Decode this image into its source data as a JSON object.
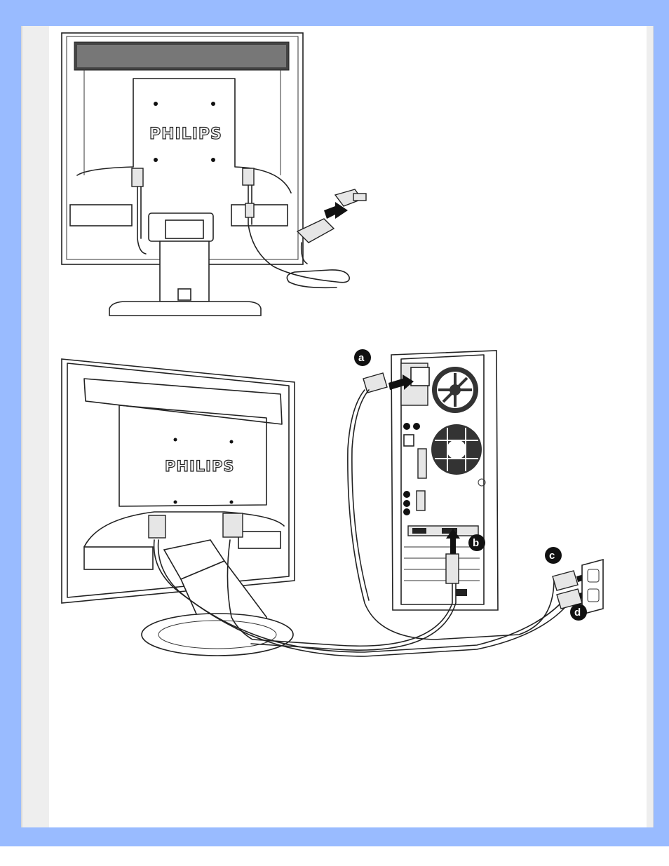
{
  "page": {
    "colors": {
      "frame": "#99bbff",
      "gutter": "#eeeeee",
      "content": "#ffffff"
    }
  },
  "figures": [
    {
      "kind": "illustration",
      "subject": "monitor-rear-connection-with-adapter",
      "logo": "PHILIPS"
    },
    {
      "kind": "illustration",
      "subject": "monitor-to-computer-cabling",
      "logo": "PHILIPS",
      "callouts": [
        {
          "letter": "a"
        },
        {
          "letter": "b"
        },
        {
          "letter": "c"
        },
        {
          "letter": "d"
        }
      ]
    }
  ]
}
